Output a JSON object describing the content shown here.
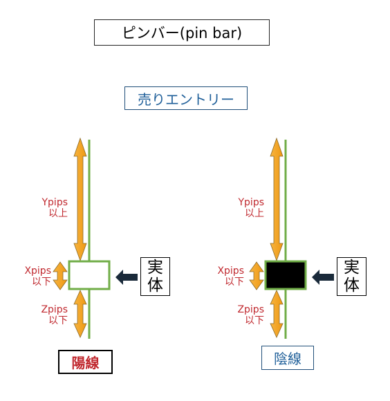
{
  "title": "ピンバー(pin bar)",
  "entry": "売りエントリー",
  "left": {
    "y_label": [
      "Ypips",
      "以上"
    ],
    "x_label": [
      "Xpips",
      "以下"
    ],
    "z_label": [
      "Zpips",
      "以下"
    ],
    "body_text": [
      "実",
      "体"
    ],
    "type": "陽線"
  },
  "right": {
    "y_label": [
      "Ypips",
      "以上"
    ],
    "x_label": [
      "Xpips",
      "以下"
    ],
    "z_label": [
      "Zpips",
      "以下"
    ],
    "body_text": [
      "実",
      "体"
    ],
    "type": "陰線"
  },
  "colors": {
    "wick": "#70ad47",
    "arrow": "#f4a21c",
    "arrow_outline": "#8a6a2a",
    "pointer": "#1a2a3a",
    "bearish_body": "#000000",
    "label_red": "#c0282e",
    "label_blue": "#1f5f99"
  }
}
